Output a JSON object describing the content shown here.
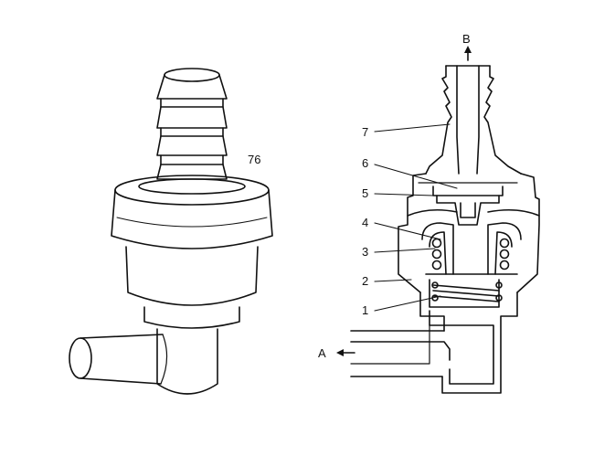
{
  "figure": {
    "ref_number": "76",
    "port_a": "A",
    "port_b": "B",
    "callouts": [
      "1",
      "2",
      "3",
      "4",
      "5",
      "6",
      "7"
    ]
  }
}
